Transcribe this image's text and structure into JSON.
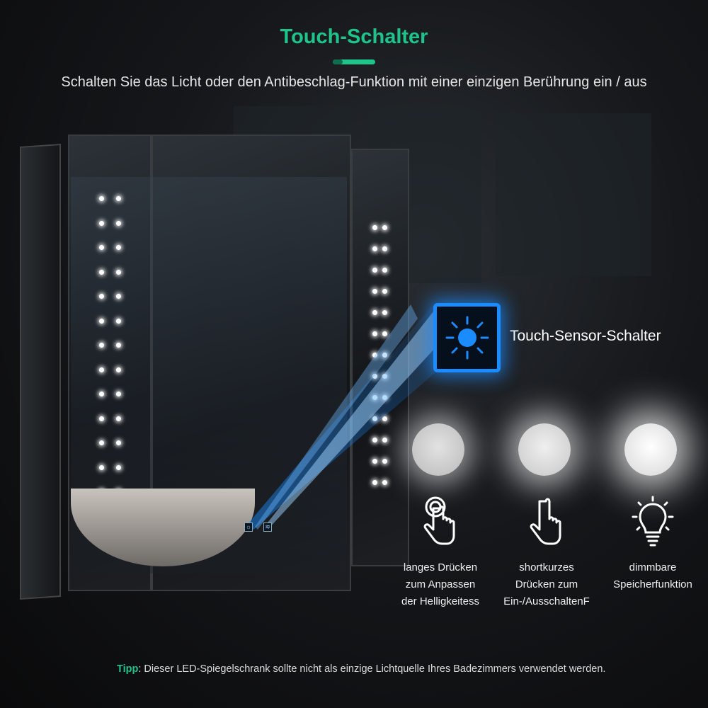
{
  "header": {
    "title": "Touch-Schalter",
    "subtitle": "Schalten Sie das Licht oder den Antibeschlag-Funktion mit einer einzigen Berührung ein / aus"
  },
  "sensor": {
    "label": "Touch-Sensor-Schalter",
    "icon": "sun-icon",
    "color": "#1a8cff"
  },
  "brightness_levels": [
    0.55,
    0.75,
    1.0
  ],
  "features": [
    {
      "icon": "long-press-hand-icon",
      "lines": [
        "langes Drücken",
        "zum Anpassen",
        "der Helligkeitess"
      ]
    },
    {
      "icon": "tap-hand-icon",
      "lines": [
        "shortkurzes",
        "Drücken zum",
        "Ein-/AusschaltenF"
      ]
    },
    {
      "icon": "light-bulb-icon",
      "lines": [
        "dimmbare",
        "Speicherfunktion"
      ]
    }
  ],
  "tip": {
    "label": "Tipp",
    "text": ": Dieser LED-Spiegelschrank sollte nicht als einzige Lichtquelle Ihres Badezimmers verwendet werden."
  },
  "colors": {
    "accent": "#1ec48a",
    "sensor": "#1a8cff"
  }
}
